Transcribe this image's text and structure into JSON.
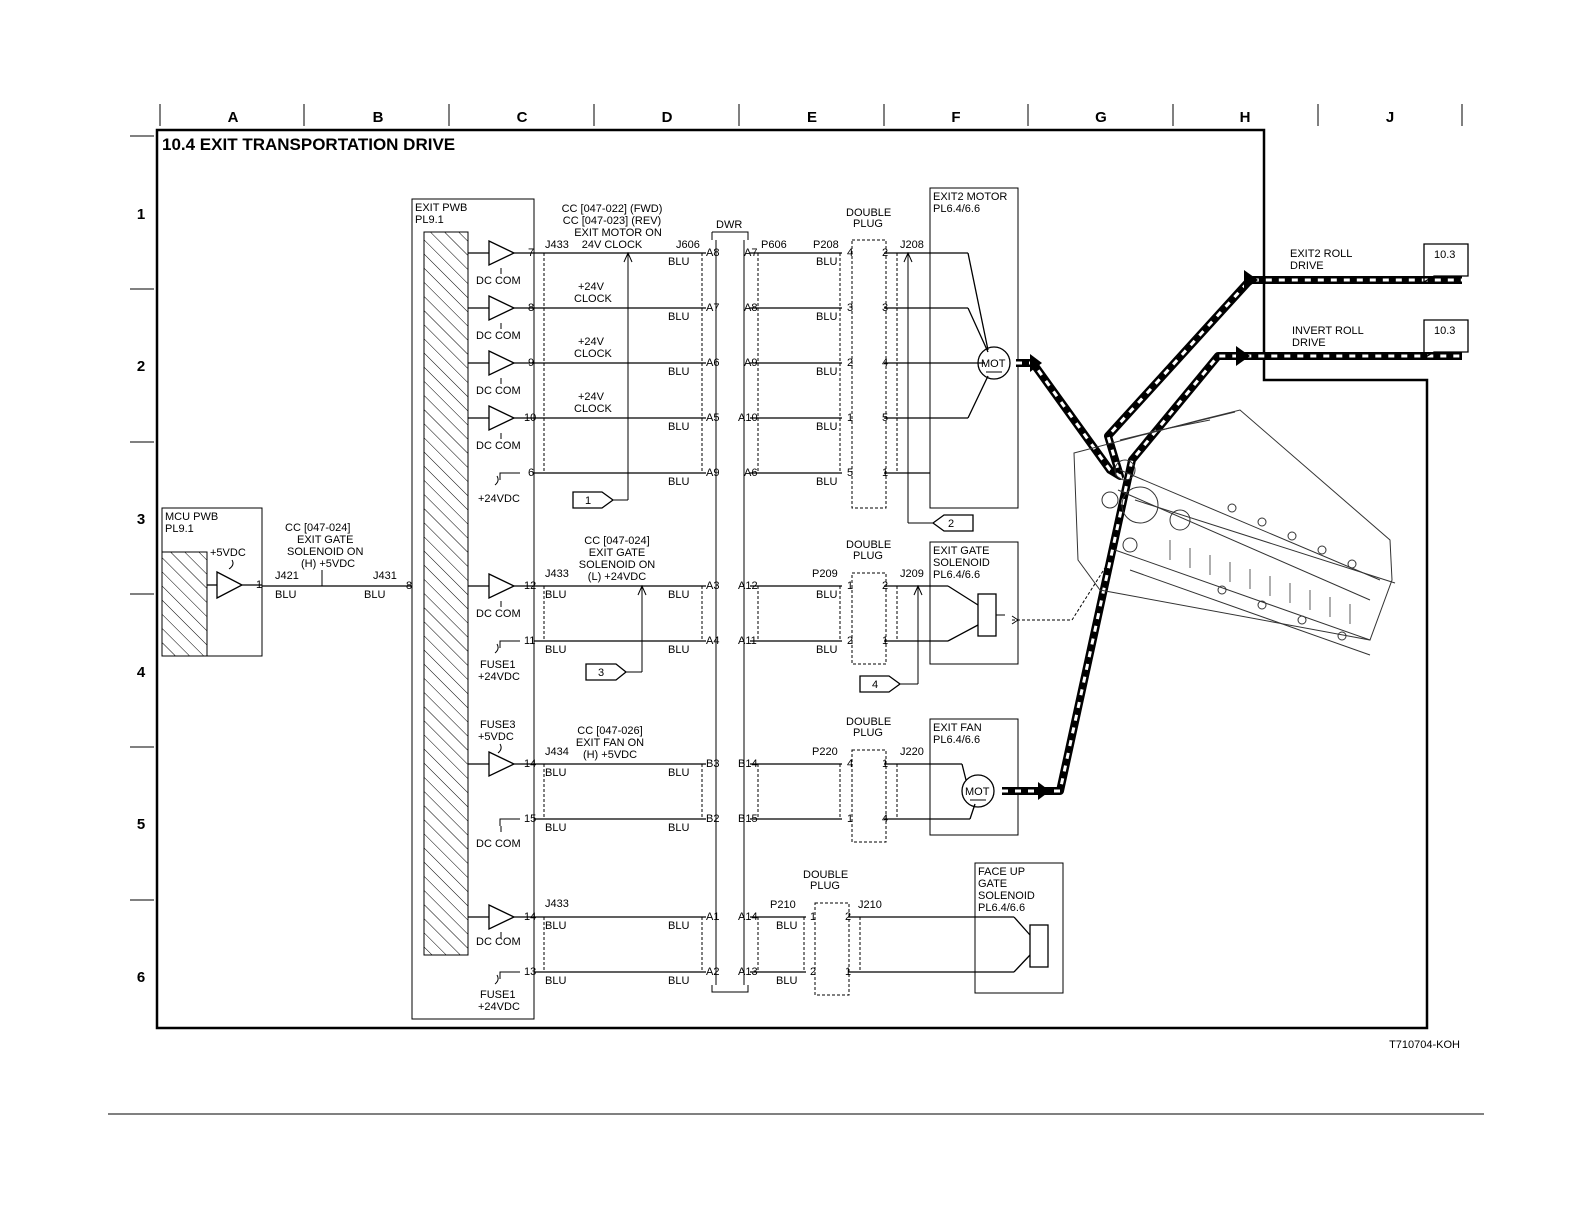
{
  "title": "10.4 EXIT TRANSPORTATION DRIVE",
  "figure_id": "T710704-KOH",
  "grid_columns": [
    "A",
    "B",
    "C",
    "D",
    "E",
    "F",
    "G",
    "H",
    "J"
  ],
  "grid_rows": [
    "1",
    "2",
    "3",
    "4",
    "5",
    "6"
  ],
  "mcu": {
    "name": "MCU PWB",
    "pl": "PL9.1",
    "supply": "+5VDC",
    "pin": "1",
    "conn": "J421",
    "wire": "BLU"
  },
  "gate_signal_h": {
    "line1": "CC [047-024]",
    "line2": "EXIT GATE",
    "line3": "SOLENOID ON",
    "line4": "(H) +5VDC",
    "conn": "J431",
    "wire": "BLU",
    "pin": "8"
  },
  "exit_pwb": {
    "name": "EXIT PWB",
    "pl": "PL9.1"
  },
  "motor_signal": {
    "line1": "CC [047-022] (FWD)",
    "line2": "CC [047-023] (REV)",
    "line3": "EXIT MOTOR ON",
    "line4": "24V CLOCK"
  },
  "labels": {
    "dc_com": "DC COM",
    "plus24v": "+24V",
    "clock": "CLOCK",
    "plus24vdc": "+24VDC",
    "fuse1": "FUSE1",
    "fuse3": "FUSE3",
    "plus5vdc": "+5VDC",
    "blu": "BLU",
    "j433": "J433",
    "j434": "J434",
    "j606": "J606",
    "p606": "P606",
    "dwr": "DWR",
    "p208": "P208",
    "j208": "J208",
    "p209": "P209",
    "j209": "J209",
    "p220": "P220",
    "j220": "J220",
    "p210": "P210",
    "j210": "J210",
    "double": "DOUBLE",
    "plug": "PLUG",
    "mot": "MOT"
  },
  "motor_pins": [
    "7",
    "8",
    "9",
    "10",
    "6"
  ],
  "motor_dwr_left": [
    "A8",
    "A7",
    "A6",
    "A5",
    "A9"
  ],
  "motor_dwr_right": [
    "A7",
    "A8",
    "A9",
    "A10",
    "A6"
  ],
  "motor_dp_left": [
    "4",
    "3",
    "2",
    "1",
    "5"
  ],
  "motor_dp_right": [
    "2",
    "3",
    "4",
    "5",
    "1"
  ],
  "gate_signal_l": {
    "line1": "CC [047-024]",
    "line2": "EXIT GATE",
    "line3": "SOLENOID ON",
    "line4": "(L) +24VDC"
  },
  "gate_pins": [
    "12",
    "11"
  ],
  "gate_dwr_left": [
    "A3",
    "A4"
  ],
  "gate_dwr_right": [
    "A12",
    "A11"
  ],
  "gate_dp_left": [
    "1",
    "2"
  ],
  "gate_dp_right": [
    "2",
    "1"
  ],
  "fan_signal": {
    "line1": "CC [047-026]",
    "line2": "EXIT FAN ON",
    "line3": "(H) +5VDC"
  },
  "fan_pins": [
    "14",
    "15"
  ],
  "fan_dwr_left": [
    "B3",
    "B2"
  ],
  "fan_dwr_right": [
    "B14",
    "B15"
  ],
  "fan_dp_left": [
    "4",
    "1"
  ],
  "fan_dp_right": [
    "1",
    "4"
  ],
  "faceup_pins": [
    "14",
    "13"
  ],
  "faceup_dwr_left": [
    "A1",
    "A2"
  ],
  "faceup_dwr_right": [
    "A14",
    "A13"
  ],
  "faceup_dp_left": [
    "1",
    "2"
  ],
  "faceup_dp_right": [
    "2",
    "1"
  ],
  "components": {
    "exit2_motor": {
      "name": "EXIT2 MOTOR",
      "pl": "PL6.4/6.6"
    },
    "exit_gate_solenoid": {
      "l1": "EXIT GATE",
      "l2": "SOLENOID",
      "pl": "PL6.4/6.6"
    },
    "exit_fan": {
      "name": "EXIT FAN",
      "pl": "PL6.4/6.6"
    },
    "face_up_gate_solenoid": {
      "l1": "FACE UP",
      "l2": "GATE",
      "l3": "SOLENOID",
      "pl": "PL6.4/6.6"
    }
  },
  "drives": {
    "exit2_roll": {
      "l1": "EXIT2 ROLL",
      "l2": "DRIVE",
      "ref": "10.3"
    },
    "invert_roll": {
      "l1": "INVERT ROLL",
      "l2": "DRIVE",
      "ref": "10.3"
    }
  },
  "notes": [
    "1",
    "2",
    "3",
    "4"
  ]
}
